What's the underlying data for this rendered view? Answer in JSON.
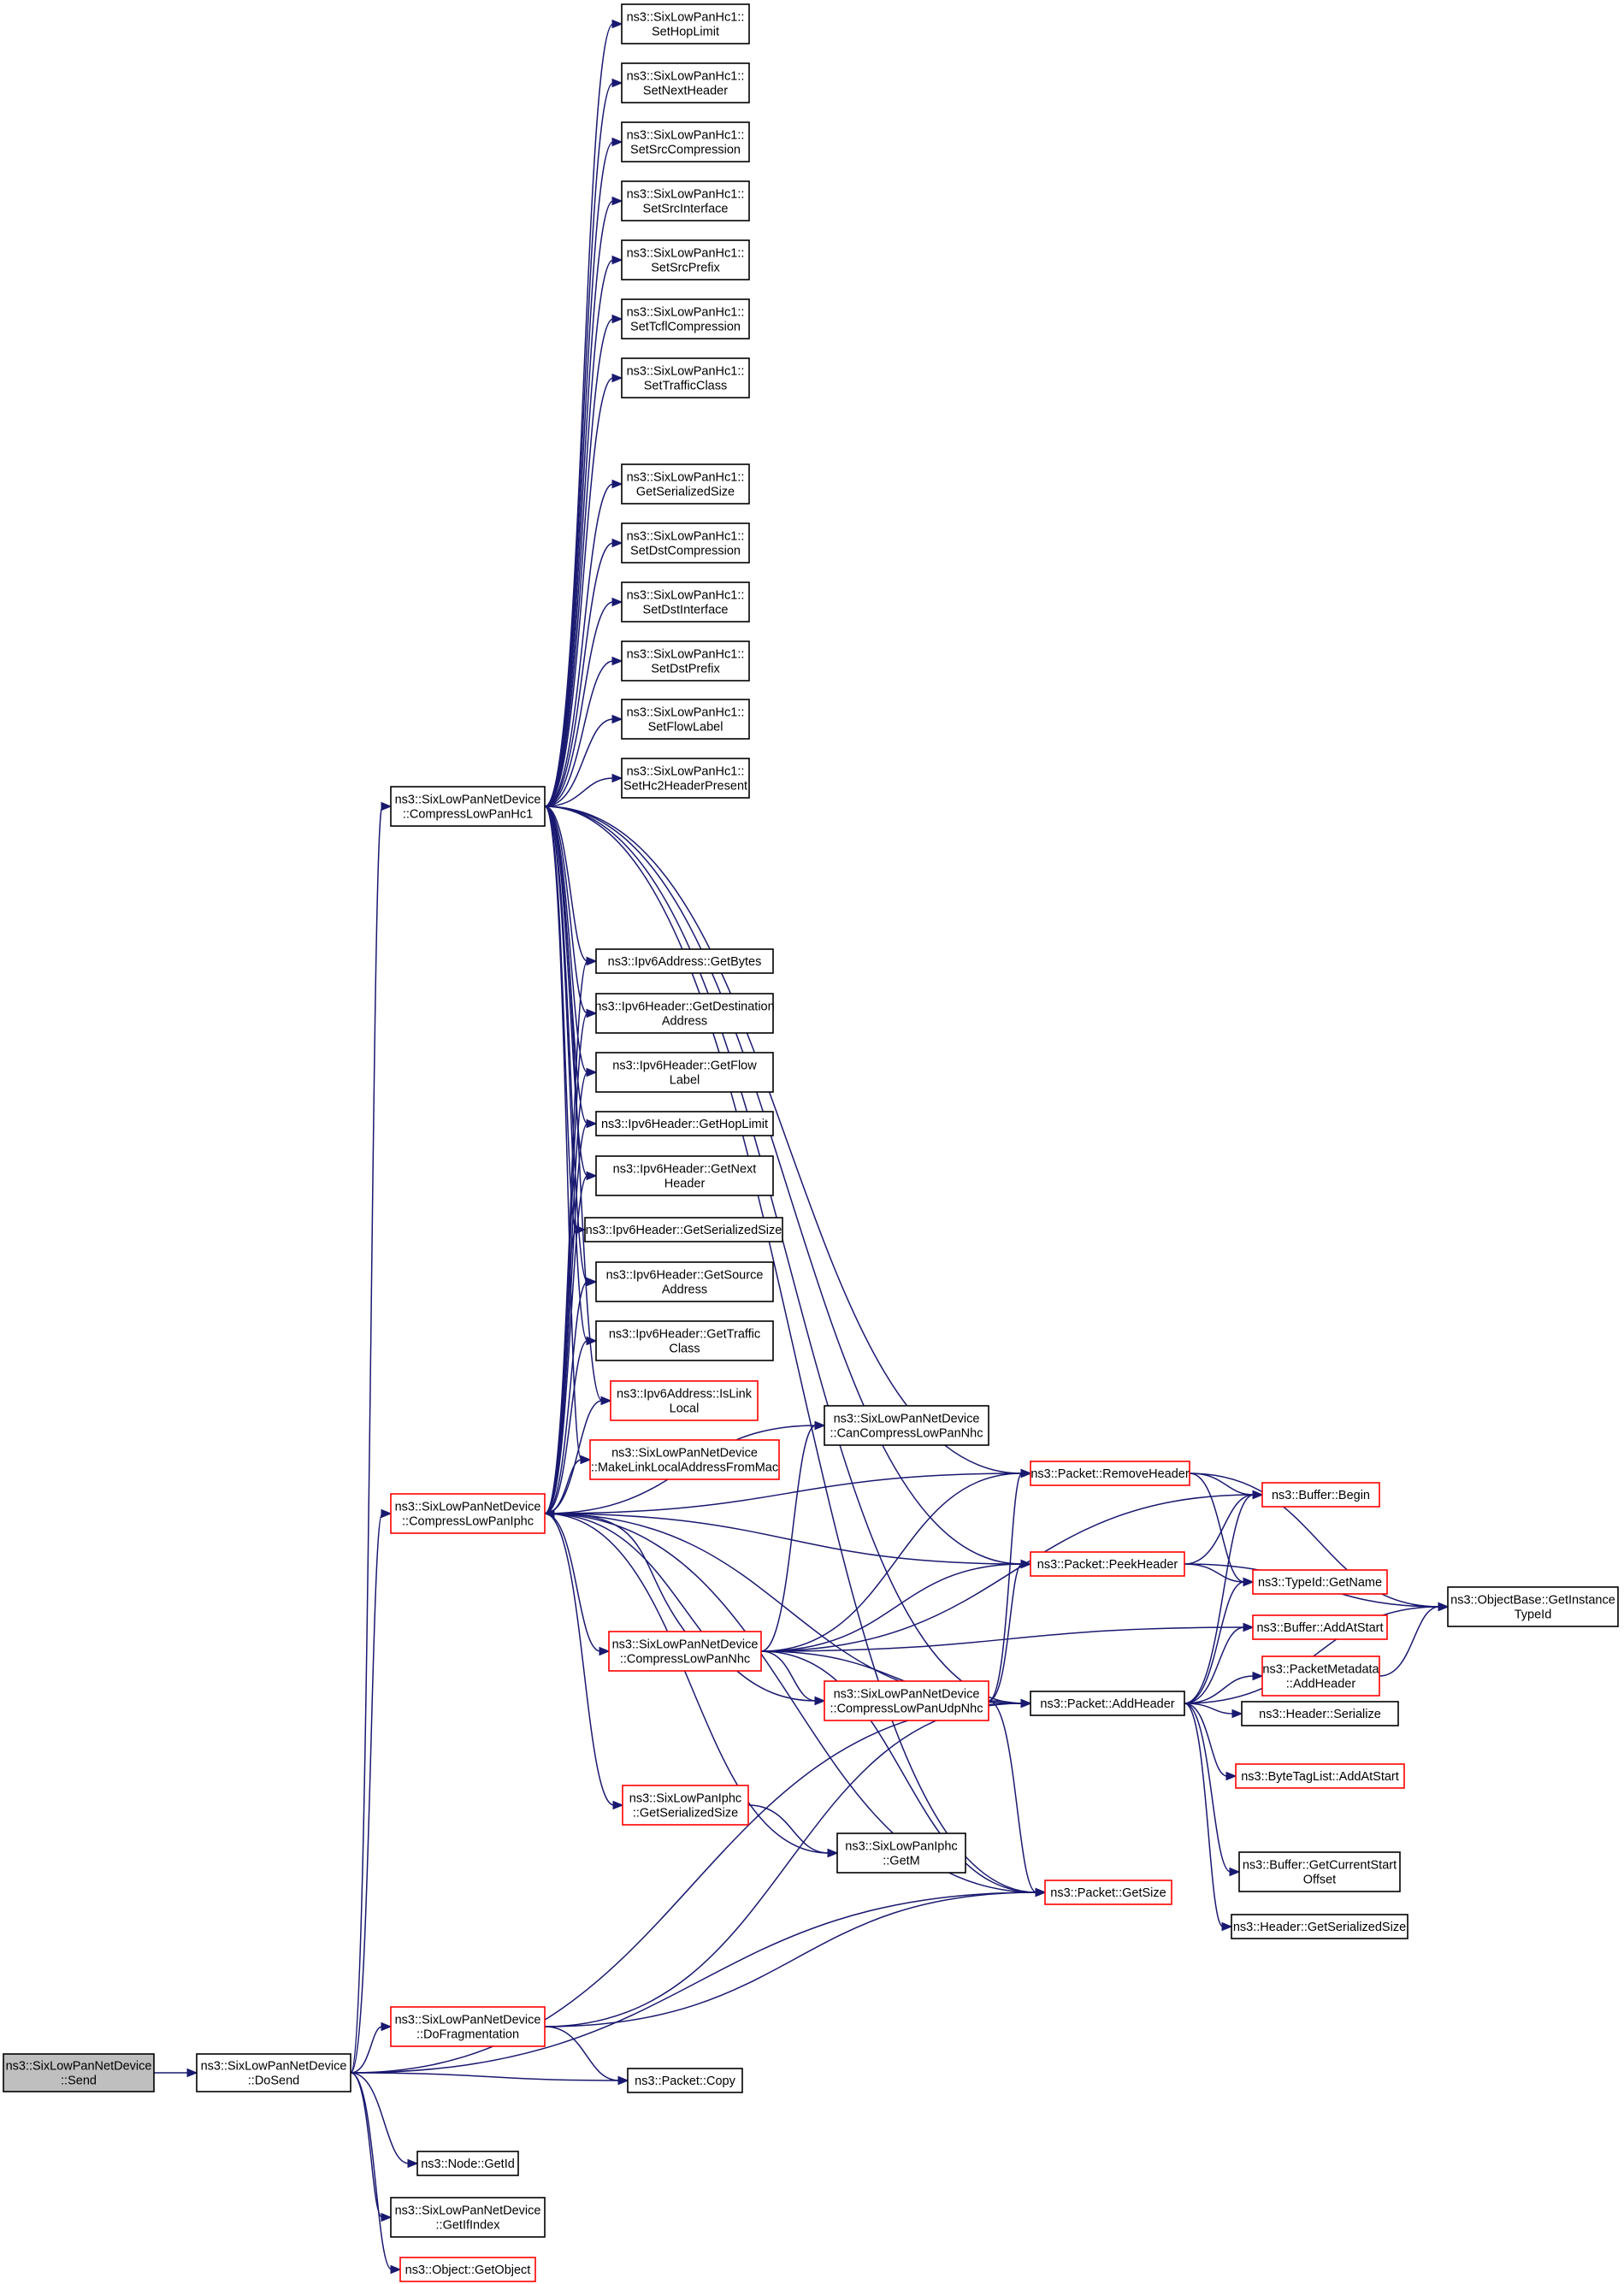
{
  "nodes": {
    "send": {
      "lines": [
        "ns3::SixLowPanNetDevice",
        "::Send"
      ],
      "style": "root"
    },
    "dosend": {
      "lines": [
        "ns3::SixLowPanNetDevice",
        "::DoSend"
      ],
      "style": "normal"
    },
    "hc1_hop": {
      "lines": [
        "ns3::SixLowPanHc1::",
        "SetHopLimit"
      ],
      "style": "normal"
    },
    "hc1_next": {
      "lines": [
        "ns3::SixLowPanHc1::",
        "SetNextHeader"
      ],
      "style": "normal"
    },
    "hc1_srccomp": {
      "lines": [
        "ns3::SixLowPanHc1::",
        "SetSrcCompression"
      ],
      "style": "normal"
    },
    "hc1_srcint": {
      "lines": [
        "ns3::SixLowPanHc1::",
        "SetSrcInterface"
      ],
      "style": "normal"
    },
    "hc1_srcpre": {
      "lines": [
        "ns3::SixLowPanHc1::",
        "SetSrcPrefix"
      ],
      "style": "normal"
    },
    "hc1_tcfl": {
      "lines": [
        "ns3::SixLowPanHc1::",
        "SetTcflCompression"
      ],
      "style": "normal"
    },
    "hc1_tc": {
      "lines": [
        "ns3::SixLowPanHc1::",
        "SetTrafficClass"
      ],
      "style": "normal"
    },
    "hc1_getser": {
      "lines": [
        "ns3::SixLowPanHc1::",
        "GetSerializedSize"
      ],
      "style": "normal"
    },
    "hc1_dstcomp": {
      "lines": [
        "ns3::SixLowPanHc1::",
        "SetDstCompression"
      ],
      "style": "normal"
    },
    "hc1_dstint": {
      "lines": [
        "ns3::SixLowPanHc1::",
        "SetDstInterface"
      ],
      "style": "normal"
    },
    "hc1_dstpre": {
      "lines": [
        "ns3::SixLowPanHc1::",
        "SetDstPrefix"
      ],
      "style": "normal"
    },
    "hc1_flow": {
      "lines": [
        "ns3::SixLowPanHc1::",
        "SetFlowLabel"
      ],
      "style": "normal"
    },
    "hc1_hc2": {
      "lines": [
        "ns3::SixLowPanHc1::",
        "SetHc2HeaderPresent"
      ],
      "style": "normal"
    },
    "comphc1": {
      "lines": [
        "ns3::SixLowPanNetDevice",
        "::CompressLowPanHc1"
      ],
      "style": "normal"
    },
    "getbytes": {
      "lines": [
        "ns3::Ipv6Address::GetBytes"
      ],
      "style": "normal"
    },
    "getdest": {
      "lines": [
        "ns3::Ipv6Header::GetDestination",
        "Address"
      ],
      "style": "normal"
    },
    "getflow": {
      "lines": [
        "ns3::Ipv6Header::GetFlow",
        "Label"
      ],
      "style": "normal"
    },
    "gethop": {
      "lines": [
        "ns3::Ipv6Header::GetHopLimit"
      ],
      "style": "normal"
    },
    "getnext": {
      "lines": [
        "ns3::Ipv6Header::GetNext",
        "Header"
      ],
      "style": "normal"
    },
    "getser6": {
      "lines": [
        "ns3::Ipv6Header::GetSerializedSize"
      ],
      "style": "normal"
    },
    "getsrc": {
      "lines": [
        "ns3::Ipv6Header::GetSource",
        "Address"
      ],
      "style": "normal"
    },
    "gettraffic": {
      "lines": [
        "ns3::Ipv6Header::GetTraffic",
        "Class"
      ],
      "style": "normal"
    },
    "islinklocal": {
      "lines": [
        "ns3::Ipv6Address::IsLink",
        "Local"
      ],
      "style": "red"
    },
    "makell": {
      "lines": [
        "ns3::SixLowPanNetDevice",
        "::MakeLinkLocalAddressFromMac"
      ],
      "style": "red"
    },
    "canclnhc": {
      "lines": [
        "ns3::SixLowPanNetDevice",
        "::CanCompressLowPanNhc"
      ],
      "style": "normal"
    },
    "compiphc": {
      "lines": [
        "ns3::SixLowPanNetDevice",
        "::CompressLowPanIphc"
      ],
      "style": "red"
    },
    "removeh": {
      "lines": [
        "ns3::Packet::RemoveHeader"
      ],
      "style": "red"
    },
    "peekh": {
      "lines": [
        "ns3::Packet::PeekHeader"
      ],
      "style": "red"
    },
    "compnhc": {
      "lines": [
        "ns3::SixLowPanNetDevice",
        "::CompressLowPanNhc"
      ],
      "style": "red"
    },
    "compudp": {
      "lines": [
        "ns3::SixLowPanNetDevice",
        "::CompressLowPanUdpNhc"
      ],
      "style": "red"
    },
    "addh": {
      "lines": [
        "ns3::Packet::AddHeader"
      ],
      "style": "normal"
    },
    "iphcser": {
      "lines": [
        "ns3::SixLowPanIphc",
        "::GetSerializedSize"
      ],
      "style": "red"
    },
    "getm": {
      "lines": [
        "ns3::SixLowPanIphc",
        "::GetM"
      ],
      "style": "normal"
    },
    "getsize": {
      "lines": [
        "ns3::Packet::GetSize"
      ],
      "style": "red"
    },
    "dofrag": {
      "lines": [
        "ns3::SixLowPanNetDevice",
        "::DoFragmentation"
      ],
      "style": "red"
    },
    "copy": {
      "lines": [
        "ns3::Packet::Copy"
      ],
      "style": "normal"
    },
    "nodeid": {
      "lines": [
        "ns3::Node::GetId"
      ],
      "style": "normal"
    },
    "ifindex": {
      "lines": [
        "ns3::SixLowPanNetDevice",
        "::GetIfIndex"
      ],
      "style": "normal"
    },
    "getobj": {
      "lines": [
        "ns3::Object::GetObject"
      ],
      "style": "red"
    },
    "bufbegin": {
      "lines": [
        "ns3::Buffer::Begin"
      ],
      "style": "red"
    },
    "typename": {
      "lines": [
        "ns3::TypeId::GetName"
      ],
      "style": "red"
    },
    "bufaddstart": {
      "lines": [
        "ns3::Buffer::AddAtStart"
      ],
      "style": "red"
    },
    "pmaddh": {
      "lines": [
        "ns3::PacketMetadata",
        "::AddHeader"
      ],
      "style": "red"
    },
    "hserialize": {
      "lines": [
        "ns3::Header::Serialize"
      ],
      "style": "normal"
    },
    "btladd": {
      "lines": [
        "ns3::ByteTagList::AddAtStart"
      ],
      "style": "red"
    },
    "bufcur": {
      "lines": [
        "ns3::Buffer::GetCurrentStart",
        "Offset"
      ],
      "style": "normal"
    },
    "hgetser": {
      "lines": [
        "ns3::Header::GetSerializedSize"
      ],
      "style": "normal"
    },
    "objtid": {
      "lines": [
        "ns3::ObjectBase::GetInstance",
        "TypeId"
      ],
      "style": "normal"
    }
  },
  "edges": [
    [
      "send",
      "dosend"
    ],
    [
      "dosend",
      "comphc1"
    ],
    [
      "dosend",
      "compiphc"
    ],
    [
      "dosend",
      "addh"
    ],
    [
      "dosend",
      "getsize"
    ],
    [
      "dosend",
      "dofrag"
    ],
    [
      "dosend",
      "copy"
    ],
    [
      "dosend",
      "nodeid"
    ],
    [
      "dosend",
      "ifindex"
    ],
    [
      "dosend",
      "getobj"
    ],
    [
      "comphc1",
      "hc1_hop"
    ],
    [
      "comphc1",
      "hc1_next"
    ],
    [
      "comphc1",
      "hc1_srccomp"
    ],
    [
      "comphc1",
      "hc1_srcint"
    ],
    [
      "comphc1",
      "hc1_srcpre"
    ],
    [
      "comphc1",
      "hc1_tcfl"
    ],
    [
      "comphc1",
      "hc1_tc"
    ],
    [
      "comphc1",
      "hc1_getser"
    ],
    [
      "comphc1",
      "hc1_dstcomp"
    ],
    [
      "comphc1",
      "hc1_dstint"
    ],
    [
      "comphc1",
      "hc1_dstpre"
    ],
    [
      "comphc1",
      "hc1_flow"
    ],
    [
      "comphc1",
      "hc1_hc2"
    ],
    [
      "comphc1",
      "removeh"
    ],
    [
      "comphc1",
      "getbytes"
    ],
    [
      "comphc1",
      "getdest"
    ],
    [
      "comphc1",
      "getflow"
    ],
    [
      "comphc1",
      "gethop"
    ],
    [
      "comphc1",
      "getnext"
    ],
    [
      "comphc1",
      "getser6"
    ],
    [
      "comphc1",
      "getsrc"
    ],
    [
      "comphc1",
      "gettraffic"
    ],
    [
      "comphc1",
      "islinklocal"
    ],
    [
      "comphc1",
      "makell"
    ],
    [
      "comphc1",
      "peekh"
    ],
    [
      "comphc1",
      "addh"
    ],
    [
      "comphc1",
      "getsize"
    ],
    [
      "compiphc",
      "getbytes"
    ],
    [
      "compiphc",
      "getdest"
    ],
    [
      "compiphc",
      "getflow"
    ],
    [
      "compiphc",
      "gethop"
    ],
    [
      "compiphc",
      "getnext"
    ],
    [
      "compiphc",
      "getser6"
    ],
    [
      "compiphc",
      "getsrc"
    ],
    [
      "compiphc",
      "gettraffic"
    ],
    [
      "compiphc",
      "islinklocal"
    ],
    [
      "compiphc",
      "makell"
    ],
    [
      "compiphc",
      "canclnhc"
    ],
    [
      "compiphc",
      "removeh"
    ],
    [
      "compiphc",
      "peekh"
    ],
    [
      "compiphc",
      "compnhc"
    ],
    [
      "compiphc",
      "compudp"
    ],
    [
      "compiphc",
      "addh"
    ],
    [
      "compiphc",
      "iphcser"
    ],
    [
      "compiphc",
      "getm"
    ],
    [
      "compiphc",
      "getsize"
    ],
    [
      "compnhc",
      "compiphc"
    ],
    [
      "compnhc",
      "canclnhc"
    ],
    [
      "compnhc",
      "removeh"
    ],
    [
      "compnhc",
      "peekh"
    ],
    [
      "compnhc",
      "bufbegin"
    ],
    [
      "compnhc",
      "bufaddstart"
    ],
    [
      "compnhc",
      "compudp"
    ],
    [
      "compnhc",
      "addh"
    ],
    [
      "compnhc",
      "getsize"
    ],
    [
      "compudp",
      "removeh"
    ],
    [
      "compudp",
      "peekh"
    ],
    [
      "compudp",
      "addh"
    ],
    [
      "compudp",
      "getsize"
    ],
    [
      "removeh",
      "bufbegin"
    ],
    [
      "removeh",
      "typename"
    ],
    [
      "removeh",
      "objtid"
    ],
    [
      "peekh",
      "bufbegin"
    ],
    [
      "peekh",
      "typename"
    ],
    [
      "peekh",
      "objtid"
    ],
    [
      "addh",
      "bufbegin"
    ],
    [
      "addh",
      "typename"
    ],
    [
      "addh",
      "bufaddstart"
    ],
    [
      "addh",
      "pmaddh"
    ],
    [
      "addh",
      "hserialize"
    ],
    [
      "addh",
      "btladd"
    ],
    [
      "addh",
      "bufcur"
    ],
    [
      "addh",
      "hgetser"
    ],
    [
      "addh",
      "objtid"
    ],
    [
      "pmaddh",
      "objtid"
    ],
    [
      "iphcser",
      "getm"
    ],
    [
      "dofrag",
      "copy"
    ],
    [
      "dofrag",
      "addh"
    ],
    [
      "dofrag",
      "getsize"
    ]
  ]
}
